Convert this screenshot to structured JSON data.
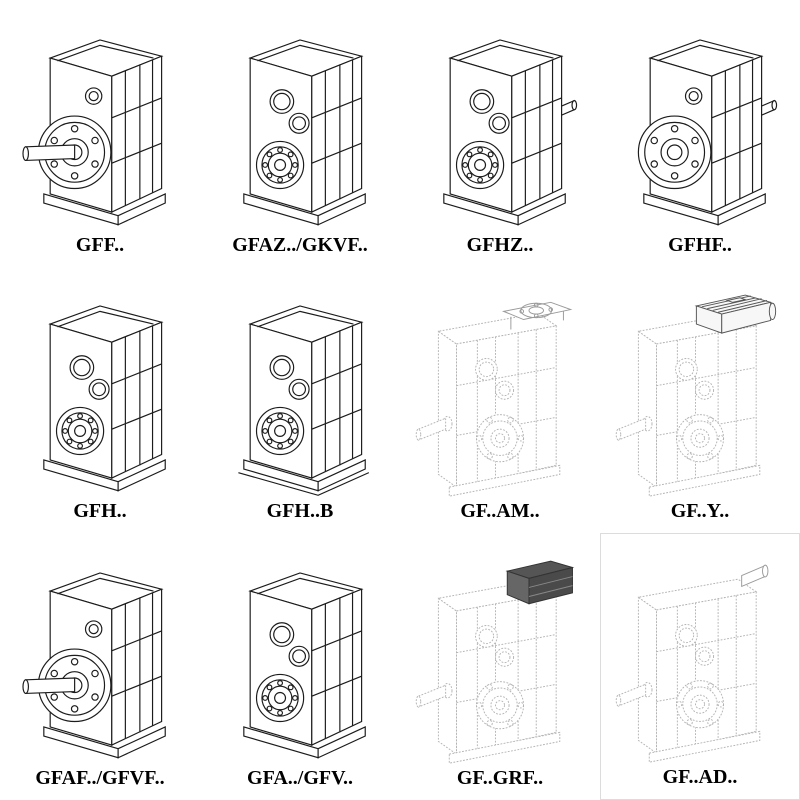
{
  "page": {
    "background": "#ffffff",
    "line_color": "#1c1c1c",
    "light_line_color": "#b3b3b3"
  },
  "grid": {
    "items": [
      {
        "label": "GFF..",
        "drawing": "gearbox-output-flange-with-shaft",
        "variant_ref": "#g-flange"
      },
      {
        "label": "GFAZ../GKVF..",
        "drawing": "gearbox-hollow-shaft-bearing",
        "variant_ref": "#g-bores"
      },
      {
        "label": "GFHZ..",
        "drawing": "gearbox-hollow-shaft-stub",
        "variant_ref": "#g-bores-stub"
      },
      {
        "label": "GFHF..",
        "drawing": "gearbox-flange-hollow-shaft",
        "variant_ref": "#g-flange-h"
      },
      {
        "label": "GFH..",
        "drawing": "gearbox-hollow-shaft-bearing",
        "variant_ref": "#g-bores"
      },
      {
        "label": "GFH..B",
        "drawing": "gearbox-hollow-shaft-baseplate",
        "variant_ref": "#g-bores-b"
      },
      {
        "label": "GF..AM..",
        "drawing": "gearbox-iec-adapter-flange",
        "variant_ref": "#g-light-flangetop"
      },
      {
        "label": "GF..Y..",
        "drawing": "gearbox-with-motor",
        "variant_ref": "#g-light-motor"
      },
      {
        "label": "GFAF../GFVF..",
        "drawing": "gearbox-output-flange-with-shaft",
        "variant_ref": "#g-flange"
      },
      {
        "label": "GFA../GFV..",
        "drawing": "gearbox-hollow-shaft-bearing",
        "variant_ref": "#g-bores"
      },
      {
        "label": "GF..GRF..",
        "drawing": "gearbox-with-cover-block",
        "variant_ref": "#g-light-block"
      },
      {
        "label": "GF..AD..",
        "drawing": "gearbox-input-shaft-adapter",
        "variant_ref": "#g-light-shaft"
      }
    ]
  }
}
